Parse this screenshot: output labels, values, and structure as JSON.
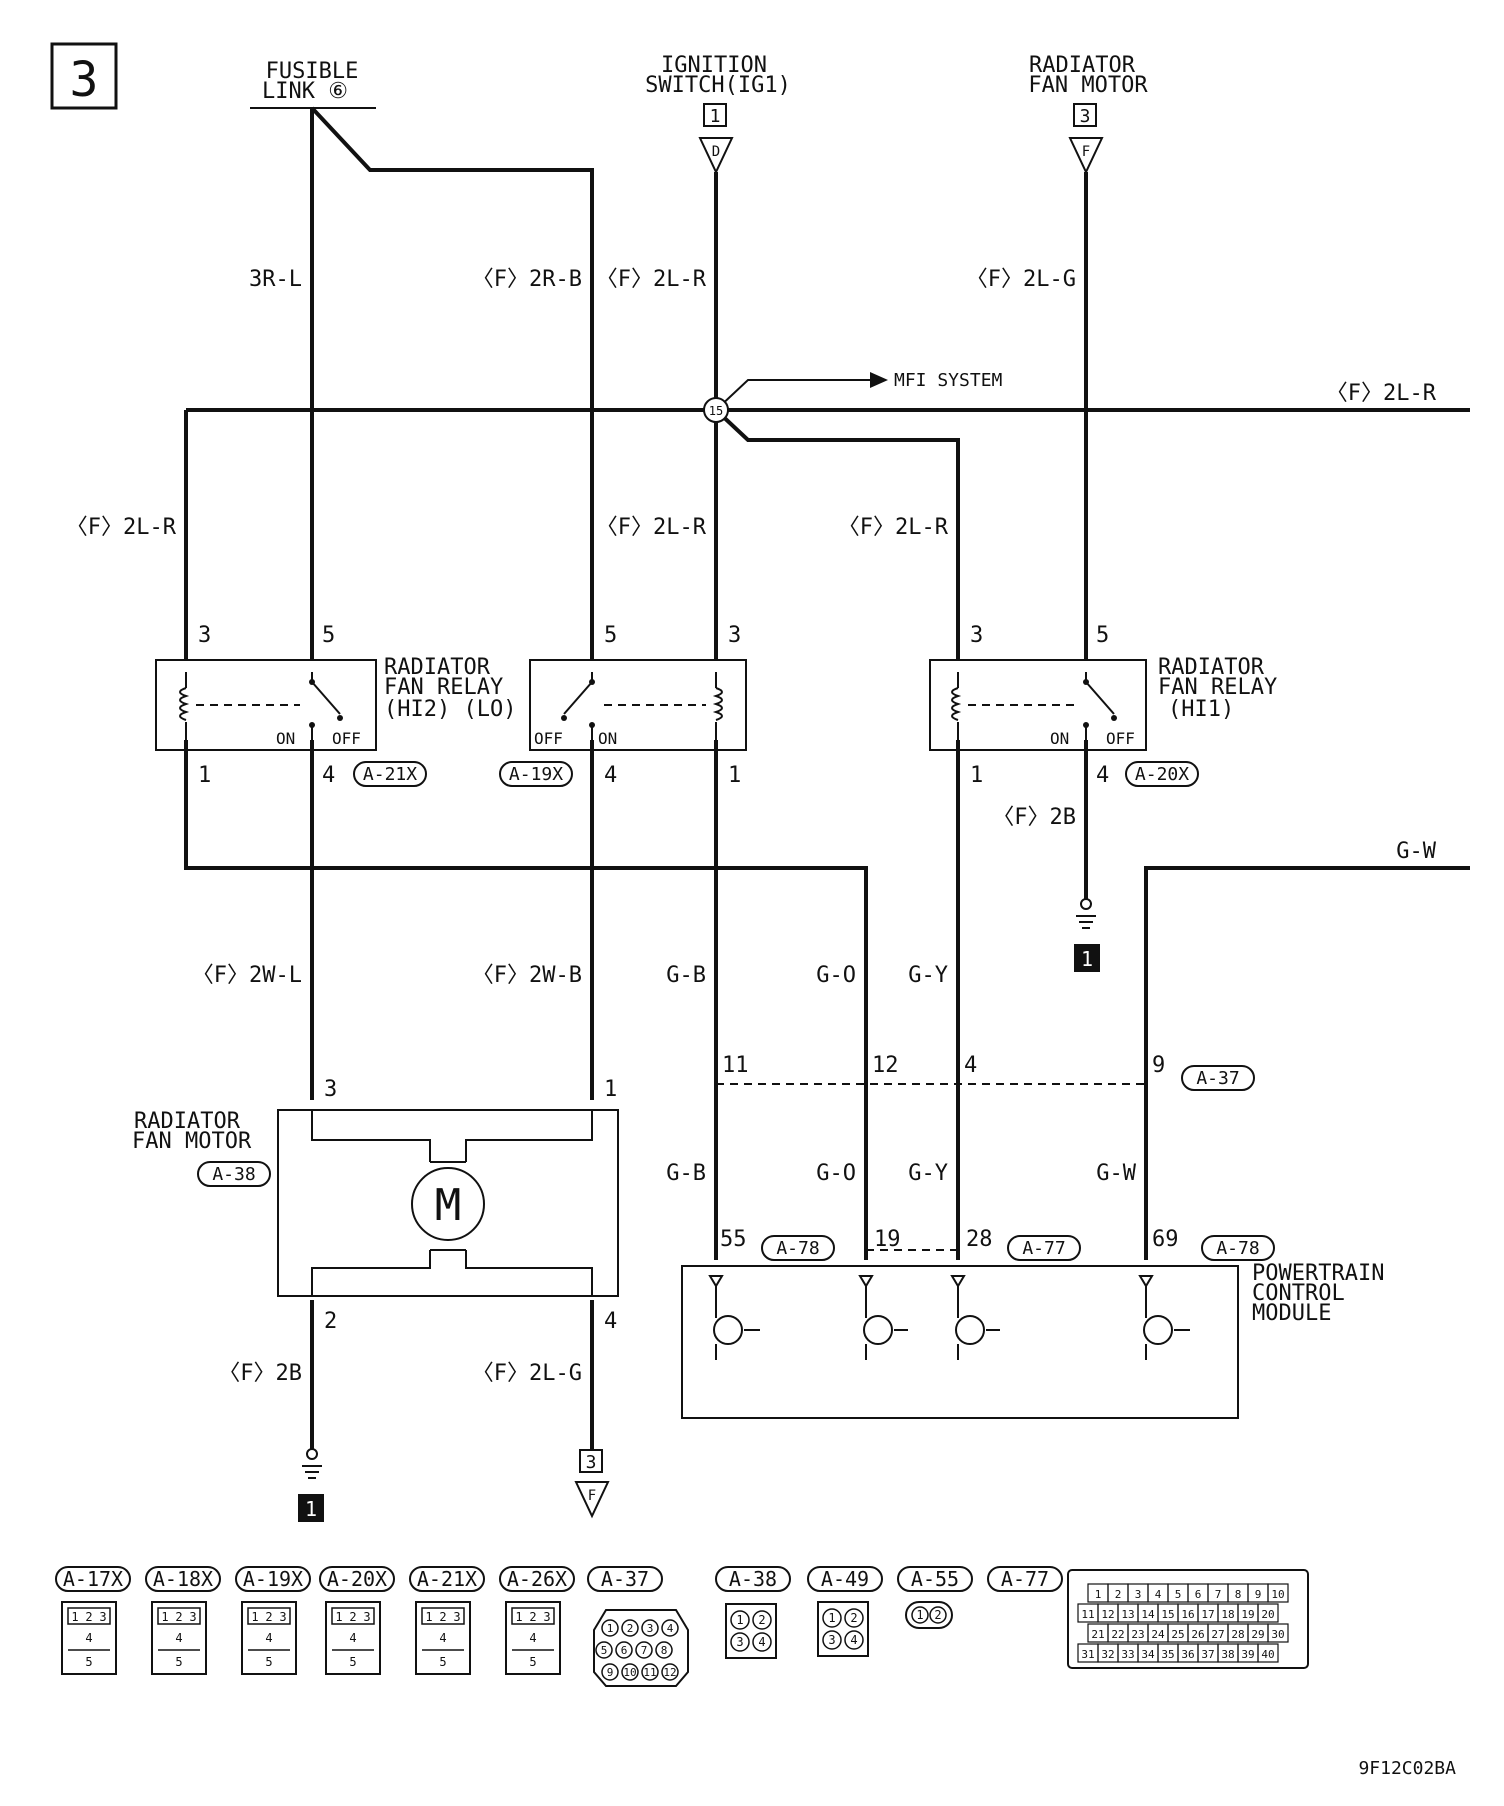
{
  "page_number": "3",
  "diagram_code": "9F12C02BA",
  "sources": {
    "fusible_link": {
      "line1": "FUSIBLE",
      "line2": "LINK ⑥"
    },
    "ignition_switch": {
      "line1": "IGNITION",
      "line2": "SWITCH(IG1)",
      "ref": "1",
      "conn": "D"
    },
    "radiator_fan_motor_top": {
      "line1": "RADIATOR",
      "line2": "FAN MOTOR",
      "ref": "3",
      "conn": "F"
    }
  },
  "wire_labels": {
    "w_3rl": "3R-L",
    "w_2rb": "〈F〉2R-B",
    "w_2lr_top": "〈F〉2L-R",
    "w_2lg_top": "〈F〉2L-G",
    "w_2lr_right": "〈F〉2L-R",
    "w_2lr_left": "〈F〉2L-R",
    "w_2lr_mid": "〈F〉2L-R",
    "w_2lr_hi1": "〈F〉2L-R",
    "w_2b_hi1": "〈F〉2B",
    "w_gw_top": "G-W",
    "w_2wl": "〈F〉2W-L",
    "w_2wb": "〈F〉2W-B",
    "w_gb_1": "G-B",
    "w_go_1": "G-O",
    "w_gy_1": "G-Y",
    "w_gb_2": "G-B",
    "w_go_2": "G-O",
    "w_gy_2": "G-Y",
    "w_gw_2": "G-W",
    "w_2b_motor": "〈F〉2B",
    "w_2lg_motor": "〈F〉2L-G"
  },
  "junction": {
    "number": "15",
    "mfi_label": "MFI SYSTEM"
  },
  "relays": {
    "hi2": {
      "name_line1": "RADIATOR",
      "name_line2": "FAN RELAY",
      "name_line3": "(HI2) (LO)",
      "connector": "A-21X",
      "pin_top_left": "3",
      "pin_top_right": "5",
      "pin_bot_left": "1",
      "pin_bot_right": "4",
      "on": "ON",
      "off": "OFF"
    },
    "lo": {
      "connector": "A-19X",
      "pin_top_left": "5",
      "pin_top_right": "3",
      "pin_bot_left": "4",
      "pin_bot_right": "1",
      "on": "ON",
      "off": "OFF"
    },
    "hi1": {
      "name_line1": "RADIATOR",
      "name_line2": "FAN RELAY",
      "name_line3": "(HI1)",
      "connector": "A-20X",
      "pin_top_left": "3",
      "pin_top_right": "5",
      "pin_bot_left": "1",
      "pin_bot_right": "4",
      "on": "ON",
      "off": "OFF"
    }
  },
  "ground_ref": "1",
  "a37": {
    "connector": "A-37",
    "pins": [
      "11",
      "12",
      "4",
      "9"
    ]
  },
  "motor": {
    "line1": "RADIATOR",
    "line2": "FAN MOTOR",
    "connector": "A-38",
    "symbol": "M",
    "pin_tl": "3",
    "pin_tr": "1",
    "pin_bl": "2",
    "pin_br": "4",
    "out_ref": "3",
    "out_conn": "F"
  },
  "pcm": {
    "line1": "POWERTRAIN",
    "line2": "CONTROL",
    "line3": "MODULE",
    "pins": [
      "55",
      "19",
      "28",
      "69"
    ],
    "conn_a78": "A-78",
    "conn_a77": "A-77",
    "conn_a78b": "A-78"
  },
  "connector_views": {
    "labels": [
      "A-17X",
      "A-18X",
      "A-19X",
      "A-20X",
      "A-21X",
      "A-26X",
      "A-37",
      "A-38",
      "A-49",
      "A-55",
      "A-77"
    ],
    "relay_pins_top": [
      "1",
      "2",
      "3"
    ],
    "relay_pin_mid": "4",
    "relay_pin_bot": "5",
    "a37_pins": [
      "1",
      "2",
      "3",
      "4",
      "5",
      "6",
      "7",
      "8",
      "9",
      "10",
      "11",
      "12"
    ],
    "a38_pins": [
      "1",
      "2",
      "3",
      "4"
    ],
    "a49_pins": [
      "1",
      "2",
      "3",
      "4"
    ],
    "a55_pins": [
      "1",
      "2"
    ],
    "a77_pins": [
      "1",
      "2",
      "3",
      "4",
      "5",
      "6",
      "7",
      "8",
      "9",
      "10",
      "11",
      "12",
      "13",
      "14",
      "15",
      "16",
      "17",
      "18",
      "19",
      "20",
      "21",
      "22",
      "23",
      "24",
      "25",
      "26",
      "27",
      "28",
      "29",
      "30",
      "31",
      "32",
      "33",
      "34",
      "35",
      "36",
      "37",
      "38",
      "39",
      "40"
    ]
  }
}
